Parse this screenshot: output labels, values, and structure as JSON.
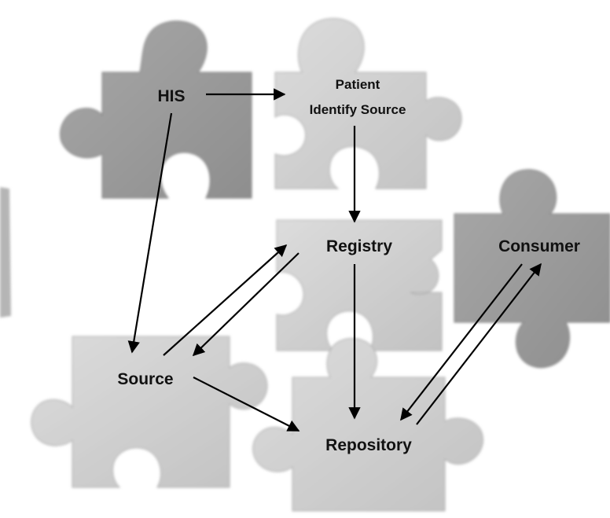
{
  "diagram": {
    "nodes": [
      {
        "id": "his",
        "lines": [
          "HIS"
        ]
      },
      {
        "id": "pis",
        "lines": [
          "Patient",
          "Identify Source"
        ]
      },
      {
        "id": "registry",
        "lines": [
          "Registry"
        ]
      },
      {
        "id": "consumer",
        "lines": [
          "Consumer"
        ]
      },
      {
        "id": "source",
        "lines": [
          "Source"
        ]
      },
      {
        "id": "repository",
        "lines": [
          "Repository"
        ]
      }
    ],
    "edges": [
      {
        "from": "his",
        "to": "pis"
      },
      {
        "from": "his",
        "to": "source"
      },
      {
        "from": "pis",
        "to": "registry"
      },
      {
        "from": "source",
        "to": "registry"
      },
      {
        "from": "registry",
        "to": "source"
      },
      {
        "from": "registry",
        "to": "repository"
      },
      {
        "from": "source",
        "to": "repository"
      },
      {
        "from": "consumer",
        "to": "repository"
      },
      {
        "from": "repository",
        "to": "consumer"
      }
    ],
    "colors": {
      "dark_piece": "#9a9a9a",
      "light_piece": "#cfcfcf",
      "edge_piece": "#b5b5b5",
      "arrow": "#000000"
    }
  }
}
